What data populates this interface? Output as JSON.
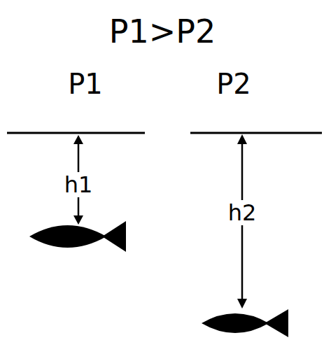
{
  "diagram": {
    "title": "P1>P2",
    "labels": [
      "P1",
      "P2",
      "h1",
      "h2"
    ]
  }
}
